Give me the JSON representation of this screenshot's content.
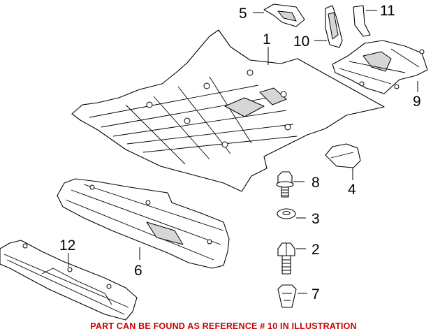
{
  "callouts": {
    "c1": "1",
    "c2": "2",
    "c3": "3",
    "c4": "4",
    "c5": "5",
    "c6": "6",
    "c7": "7",
    "c8": "8",
    "c9": "9",
    "c10": "10",
    "c11": "11",
    "c12": "12"
  },
  "footer": {
    "note": "PART CAN BE FOUND AS REFERENCE # 10 IN ILLUSTRATION"
  },
  "colors": {
    "line": "#000000",
    "background": "#ffffff",
    "note": "#cc0000"
  }
}
